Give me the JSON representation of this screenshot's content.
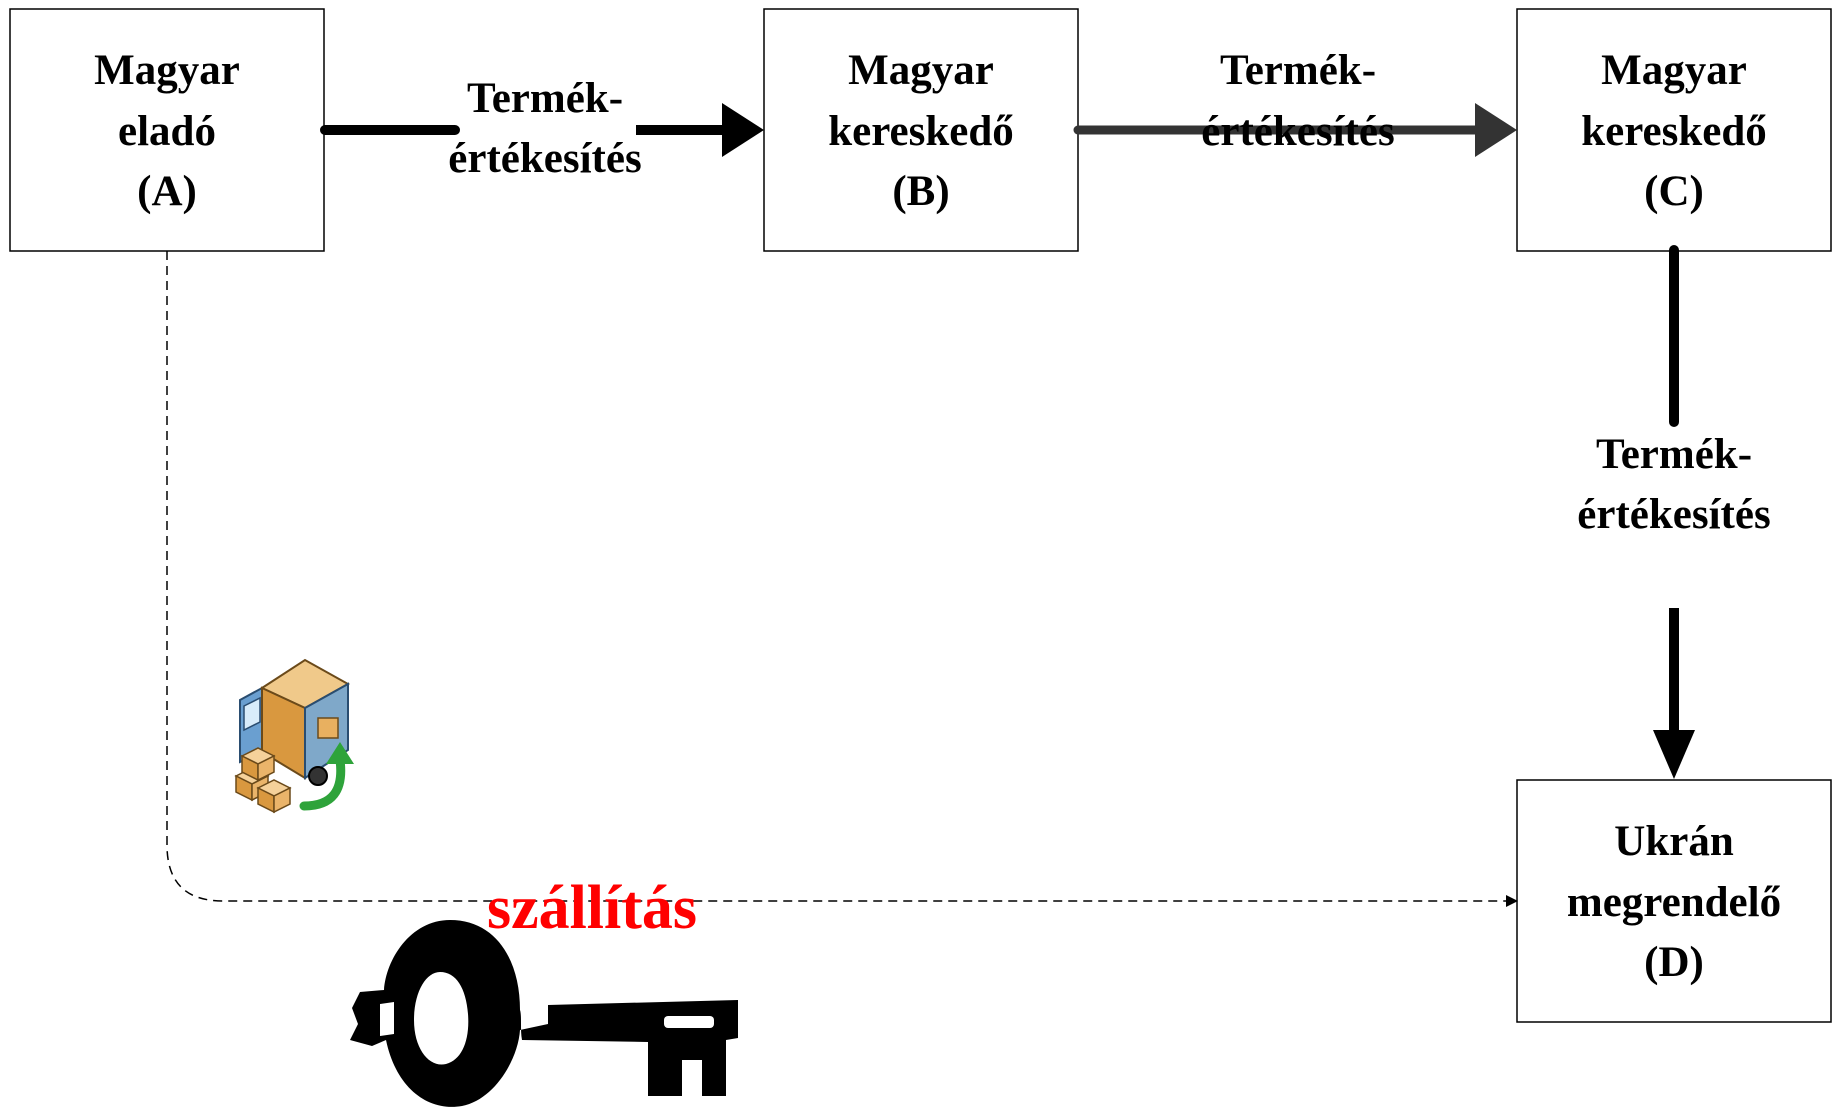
{
  "nodes": {
    "a": {
      "line1": "Magyar",
      "line2": "eladó",
      "line3": "(A)"
    },
    "b": {
      "line1": "Magyar",
      "line2": "kereskedő",
      "line3": "(B)"
    },
    "c": {
      "line1": "Magyar",
      "line2": "kereskedő",
      "line3": "(C)"
    },
    "d": {
      "line1": "Ukrán",
      "line2": "megrendelő",
      "line3": "(D)"
    }
  },
  "edges": {
    "ab": {
      "line1": "Termék-",
      "line2": "értékesítés"
    },
    "bc": {
      "line1": "Termék-",
      "line2": "értékesítés"
    },
    "cd": {
      "line1": "Termék-",
      "line2": "értékesítés"
    },
    "ad": {
      "label": "szállítás"
    }
  },
  "icons": {
    "truck": "delivery-truck-icon",
    "key": "key-icon"
  },
  "colors": {
    "text": "#000000",
    "shipping_label": "#ff0000",
    "truck_cargo": "#d9983f",
    "truck_cab": "#6a9fd0",
    "arrow_green": "#2ea33a"
  }
}
